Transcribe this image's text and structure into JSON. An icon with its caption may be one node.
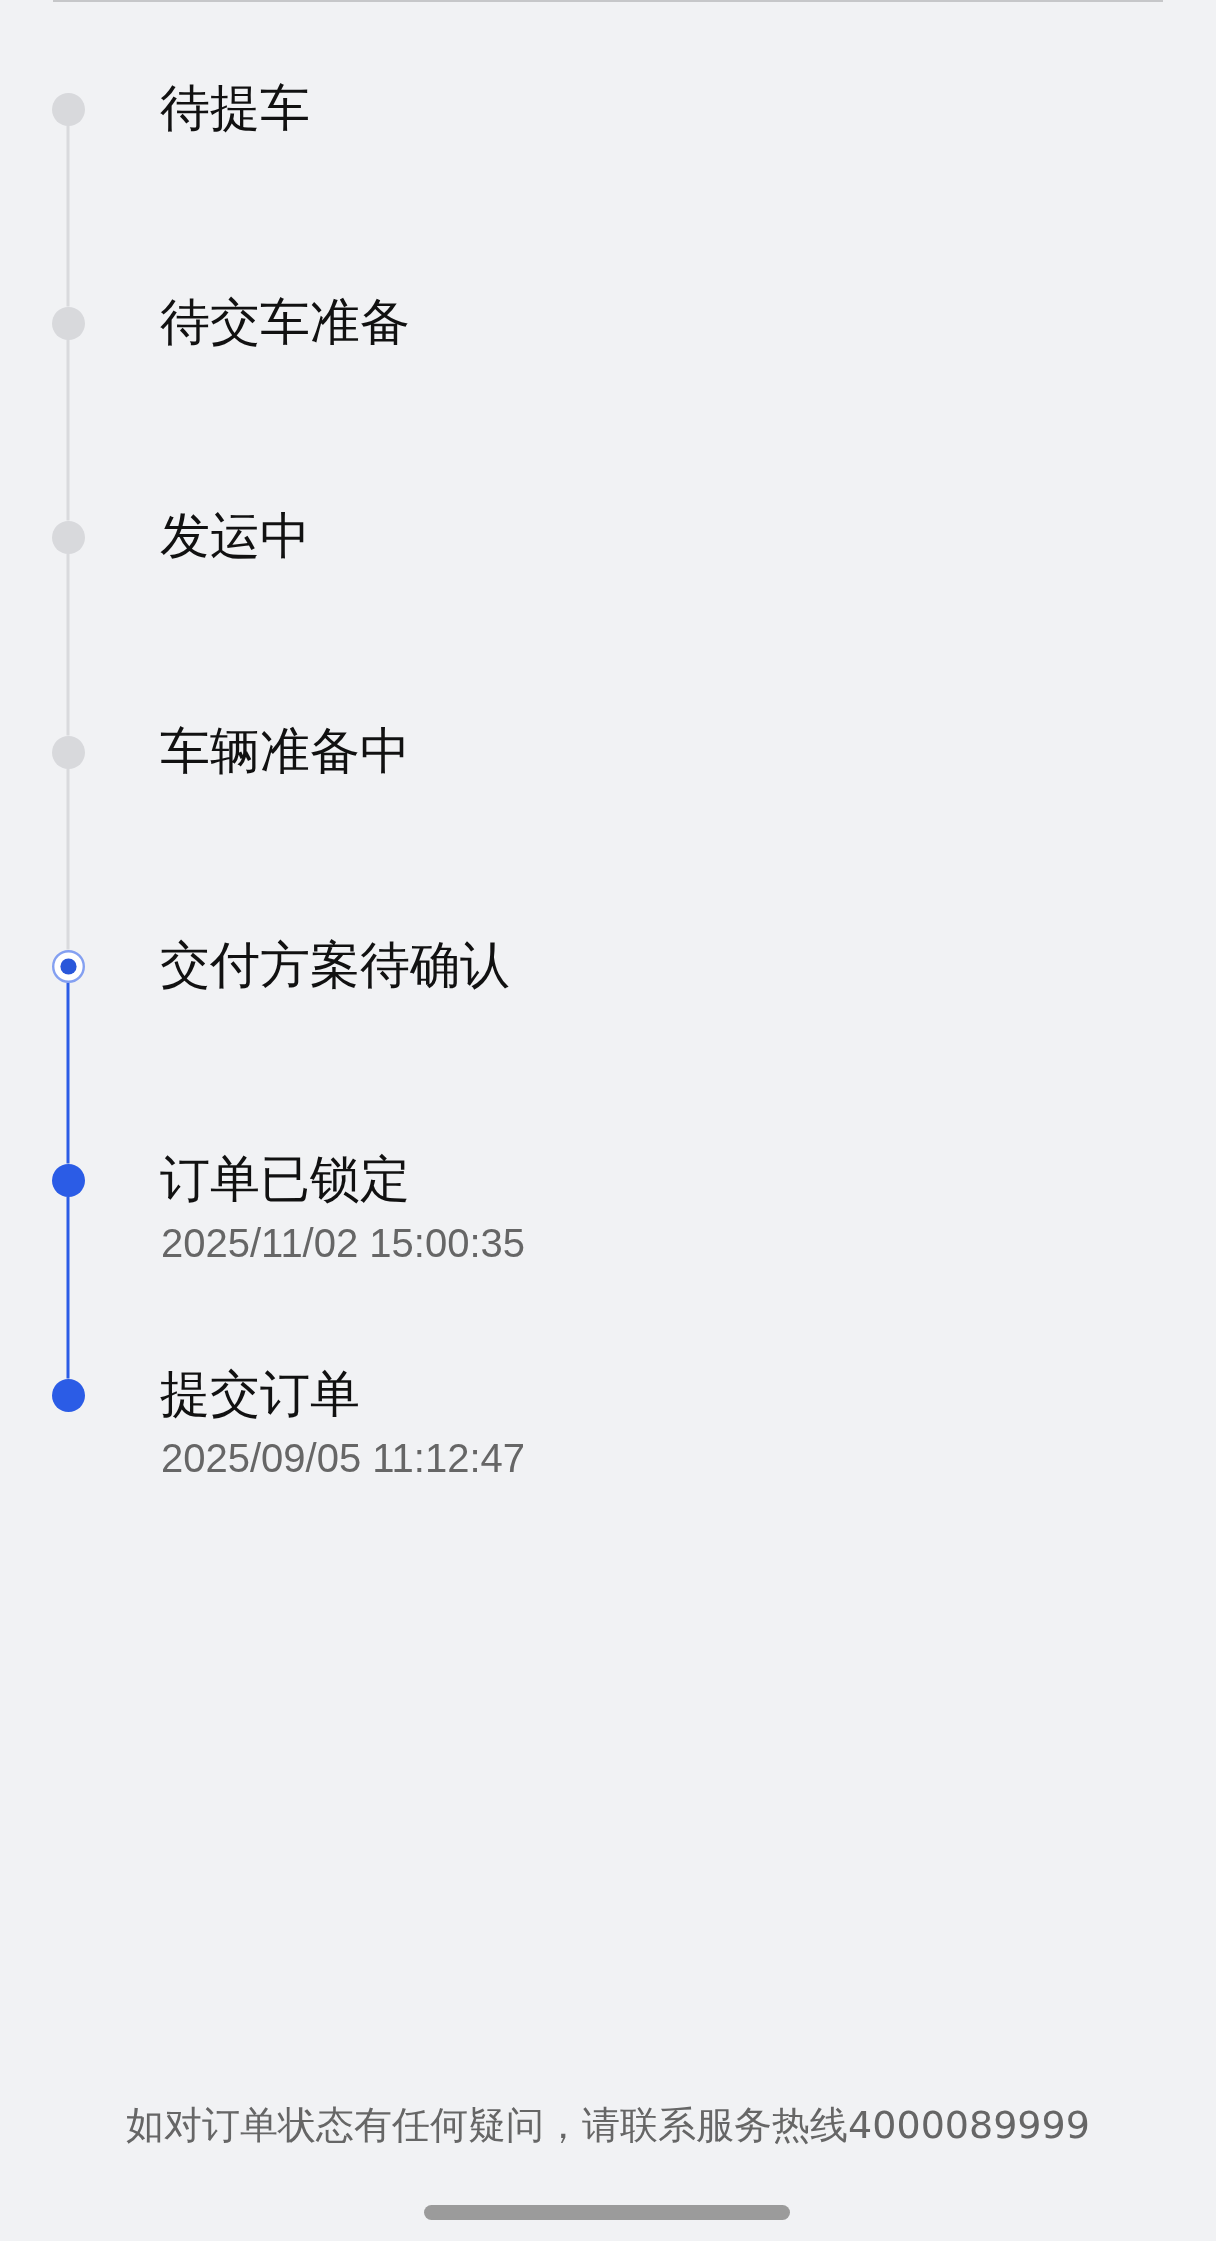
{
  "diagram": {
    "nodes": [
      {
        "text": [],
        "shape": "circle",
        "beside": [
          "待提车"
        ]
      },
      {
        "text": [],
        "shape": "circle",
        "beside": [
          "待交车准备"
        ]
      },
      {
        "text": [],
        "shape": "circle",
        "beside": [
          "发运中"
        ]
      },
      {
        "text": [],
        "shape": "circle",
        "beside": [
          "车辆准备中"
        ]
      },
      {
        "text": [],
        "shape": "ring",
        "beside": [
          "交付方案待确认"
        ]
      },
      {
        "text": [],
        "shape": "circle",
        "beside": [
          "订单已锁定",
          "2025/11/02 15:00:35"
        ]
      },
      {
        "text": [],
        "shape": "circle",
        "beside": [
          "提交订单",
          "2025/09/05 11:12:47"
        ]
      },
      {
        "text": [],
        "shape": "bar"
      }
    ],
    "edges": [
      {
        "from": 0,
        "to": 1,
        "arrow": "none"
      },
      {
        "from": 1,
        "to": 2,
        "arrow": "none"
      },
      {
        "from": 2,
        "to": 3,
        "arrow": "none"
      },
      {
        "from": 3,
        "to": 4,
        "arrow": "none"
      },
      {
        "from": 4,
        "to": 5,
        "arrow": "none",
        "color": "#2b5ce6"
      },
      {
        "from": 5,
        "to": 6,
        "arrow": "none",
        "color": "#2b5ce6"
      }
    ],
    "labels": [
      "如对订单状态有任何疑问，请联系服务热线4000089999"
    ]
  }
}
